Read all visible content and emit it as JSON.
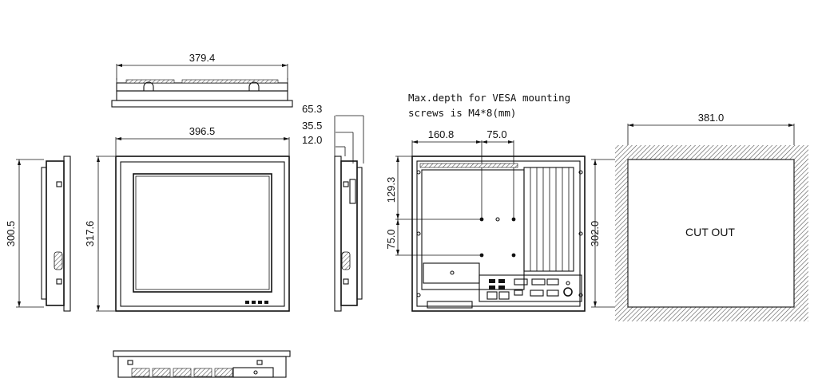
{
  "dimensions": {
    "top_width": "379.4",
    "front_width": "396.5",
    "front_height": "317.6",
    "side_height": "300.5",
    "depth_total": "65.3",
    "depth_mid": "35.5",
    "depth_front": "12.0",
    "rear_horizontal": "160.8",
    "vesa_horizontal": "75.0",
    "rear_vertical": "129.3",
    "vesa_vertical": "75.0",
    "cutout_width": "381.0",
    "cutout_height": "302.0"
  },
  "note": {
    "line1": "Max.depth for VESA mounting",
    "line2": "screws is M4*8(mm)"
  },
  "cutout_label": "CUT OUT"
}
